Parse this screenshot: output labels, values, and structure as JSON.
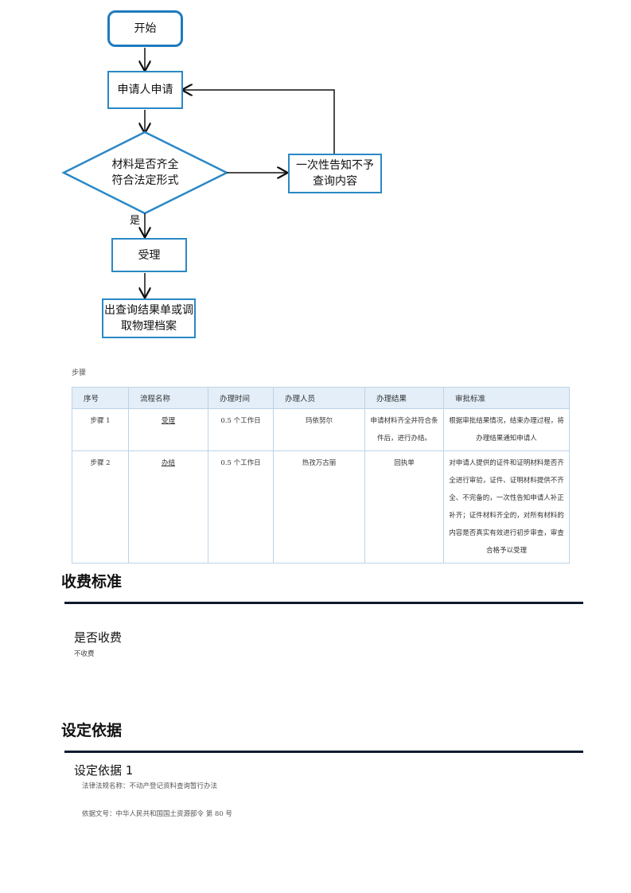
{
  "flowchart": {
    "start": "开始",
    "apply": "申请人申请",
    "decision_line1": "材料是否齐全",
    "decision_line2": "符合法定形式",
    "notify_line1": "一次性告知不予",
    "notify_line2": "查询内容",
    "yes_label": "是",
    "accept": "受理",
    "result_line1": "出查询结果单或调",
    "result_line2": "取物理档案",
    "colors": {
      "box_border": "#2a88c4",
      "arrow": "#111111"
    }
  },
  "steps": {
    "caption": "步骤",
    "headers": [
      "序号",
      "流程名称",
      "办理时间",
      "办理人员",
      "办理结果",
      "审批标准"
    ],
    "rows": [
      {
        "seq": "步骤 1",
        "name": "受理",
        "time": "0.5 个工作日",
        "person": "玛依努尔",
        "result": "申请材料齐全并符合条件后，进行办结。",
        "standard": "根据审批结果情况，结束办理过程，将办理结果通知申请人"
      },
      {
        "seq": "步骤 2",
        "name": "办结",
        "time": "0.5 个工作日",
        "person": "热孜万古丽",
        "result": "回执单",
        "standard": "对申请人提供的证件和证明材料是否齐全进行审验，证件、证明材料提供不齐全、不完备的，一次性告知申请人补正补齐；证件材料齐全的，对所有材料的内容是否真实有效进行初步审查，审查合格予以受理"
      }
    ]
  },
  "fees": {
    "title": "收费标准",
    "sub_title": "是否收费",
    "value": "不收费"
  },
  "basis": {
    "title": "设定依据",
    "sub_title": "设定依据 1",
    "law_name": "法律法规名称：不动产登记资料查询暂行办法",
    "doc_no": "依据文号：中华人民共和国国土资源部令 第 80 号"
  }
}
